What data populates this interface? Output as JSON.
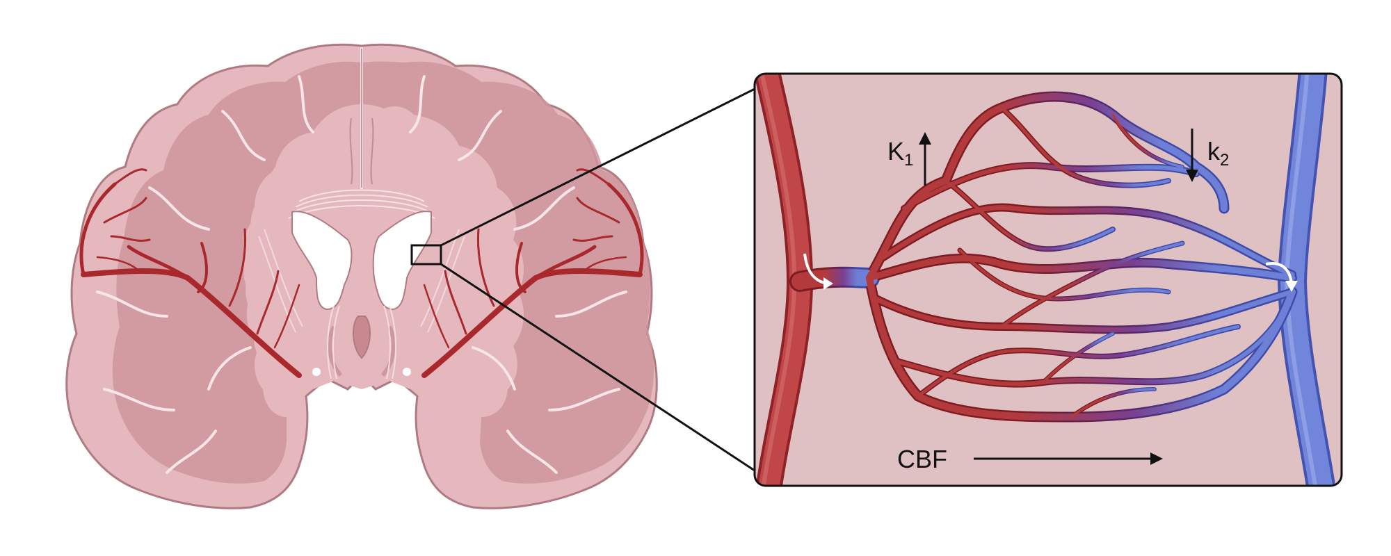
{
  "labels": {
    "k1_main": "K",
    "k1_sub": "1",
    "k2_main": "k",
    "k2_sub": "2",
    "flow": "CBF"
  },
  "colors": {
    "background": "#ffffff",
    "brain_fill": "#e4b8bd",
    "brain_gray_matter": "#cf959c",
    "brain_outline": "#b07a82",
    "ventricle": "#ffffff",
    "artery": "#b33a3c",
    "artery_dark": "#8e2226",
    "vein": "#6d7fd6",
    "vein_dark": "#4f5db8",
    "capillary_mid": "#7a3f8f",
    "inset_bg": "#dfc0c3",
    "outline": "#222222",
    "flow_arrow": "#ffffff"
  },
  "icons": {
    "flow_arrow_in": "curved-arrow-icon",
    "flow_arrow_out": "curved-arrow-icon",
    "k1_arrow": "arrow-up-icon",
    "k2_arrow": "arrow-down-icon",
    "cbf_arrow": "arrow-right-icon"
  }
}
